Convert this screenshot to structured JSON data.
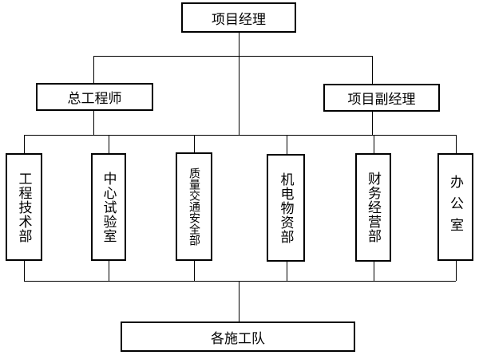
{
  "top": {
    "label": "项目经理"
  },
  "level2": [
    {
      "label": "总工程师"
    },
    {
      "label": "项目副经理"
    }
  ],
  "departments": [
    {
      "label": "工程技术部"
    },
    {
      "label": "中心试验室"
    },
    {
      "label": "质量交通安全部"
    },
    {
      "label": "机电物资部"
    },
    {
      "label": "财务经营部"
    },
    {
      "label": "办公室"
    }
  ],
  "bottom": {
    "label": "各施工队"
  }
}
